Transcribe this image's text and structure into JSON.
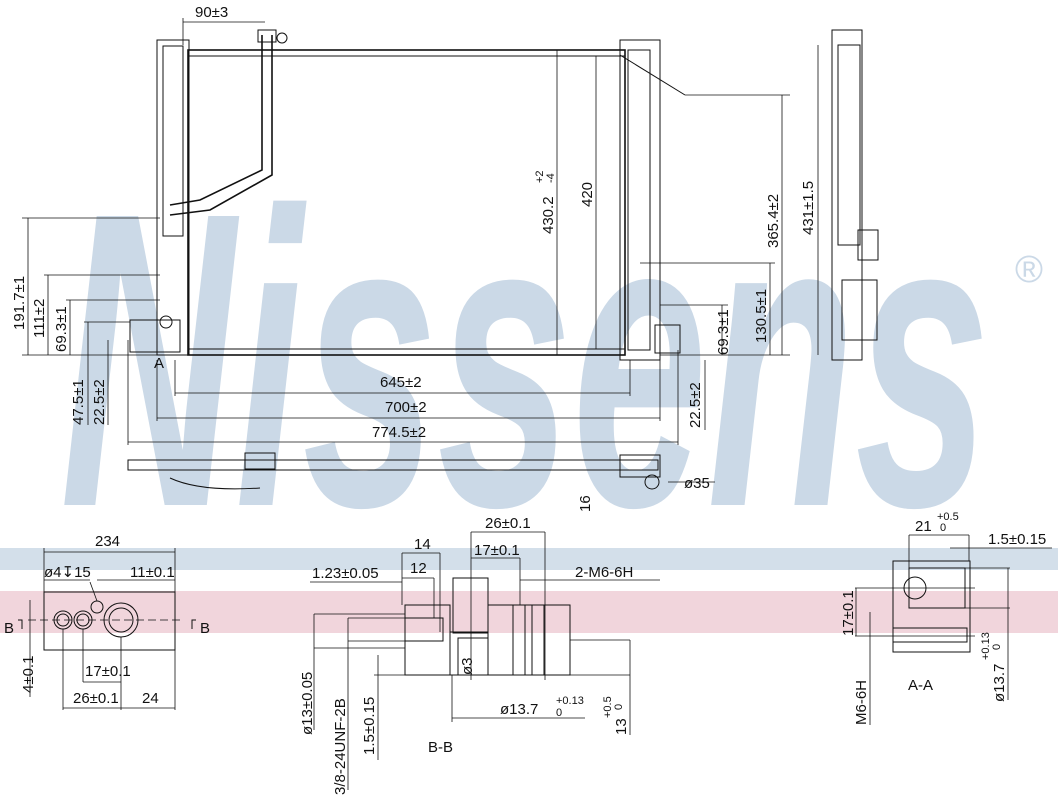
{
  "watermark": {
    "brand": "Nissens",
    "registered": "®",
    "color": "#cbd9e7"
  },
  "bands": {
    "blue": "#d3dfea",
    "pink": "#f1d5dc"
  },
  "main_view": {
    "top_pipe": "90±3",
    "height_total": "430.2",
    "height_total_tol_upper": "+2",
    "height_total_tol_lower": "-4",
    "height_core": "420",
    "height_right": "365.4±2",
    "side_height": "431±1.5",
    "left_191": "191.7±1",
    "left_111": "111±2",
    "left_69": "69.3±1",
    "left_47": "47.5±1",
    "left_22": "22.5±2",
    "width_645": "645±2",
    "width_700": "700±2",
    "width_774": "774.5±2",
    "right_130": "130.5±1",
    "right_69": "69.3±1",
    "right_22": "22.5±2",
    "section_marker": "A",
    "depth": "16",
    "diameter": "ø35"
  },
  "flange_view": {
    "width": "234",
    "hole": "ø4↧15",
    "offset_11": "11±0.1",
    "section_left": "B",
    "section_right": "B",
    "vert_4": "4±0.1",
    "dist_17": "17±0.1",
    "dist_26": "26±0.1",
    "dist_24": "24"
  },
  "section_bb": {
    "dim_26": "26±0.1",
    "dim_14": "14",
    "dim_17": "17±0.1",
    "dim_12": "12",
    "dim_123": "1.23±0.05",
    "thread_m6": "2-M6-6H",
    "dia_13": "ø13±0.05",
    "thread_unf": "3/8-24UNF-2B",
    "dim_15": "1.5±0.15",
    "dia_3": "ø3",
    "dia_137": "ø13.7",
    "dia_137_upper": "+0.13",
    "dia_137_lower": "0",
    "dim_13": "13",
    "dim_13_upper": "+0.5",
    "dim_13_lower": "0",
    "title": "B-B"
  },
  "section_aa": {
    "dim_21": "21",
    "dim_21_upper": "+0.5",
    "dim_21_lower": "0",
    "dim_15": "1.5±0.15",
    "dim_17": "17±0.1",
    "thread": "M6-6H",
    "title": "A-A",
    "dia_137": "ø13.7",
    "dia_137_upper": "+0.13",
    "dia_137_lower": "0"
  }
}
